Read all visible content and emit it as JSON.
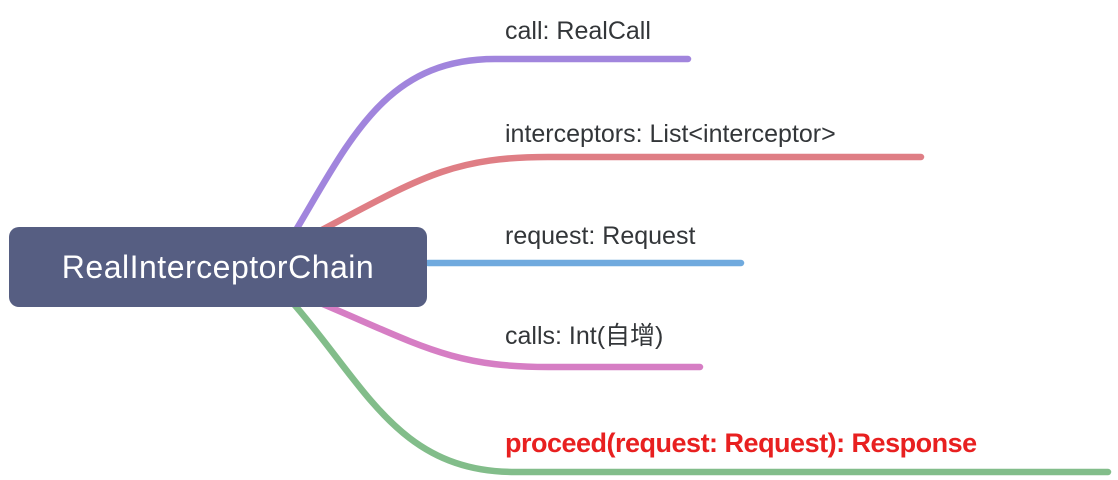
{
  "diagram": {
    "type": "mindmap",
    "root": {
      "label": "RealInterceptorChain",
      "bg_color": "#565e82",
      "text_color": "#ffffff"
    },
    "branches": [
      {
        "label": "call: RealCall",
        "line_color": "#a185dd",
        "text_color": "#333639"
      },
      {
        "label": "interceptors: List<interceptor>",
        "line_color": "#df7e85",
        "text_color": "#333639"
      },
      {
        "label": "request: Request",
        "line_color": "#70aade",
        "text_color": "#333639"
      },
      {
        "label": "calls: Int(自增)",
        "line_color": "#d67ec4",
        "text_color": "#333639"
      },
      {
        "label": "proceed(request: Request): Response",
        "line_color": "#82bd8a",
        "text_color": "#e82020"
      }
    ]
  }
}
